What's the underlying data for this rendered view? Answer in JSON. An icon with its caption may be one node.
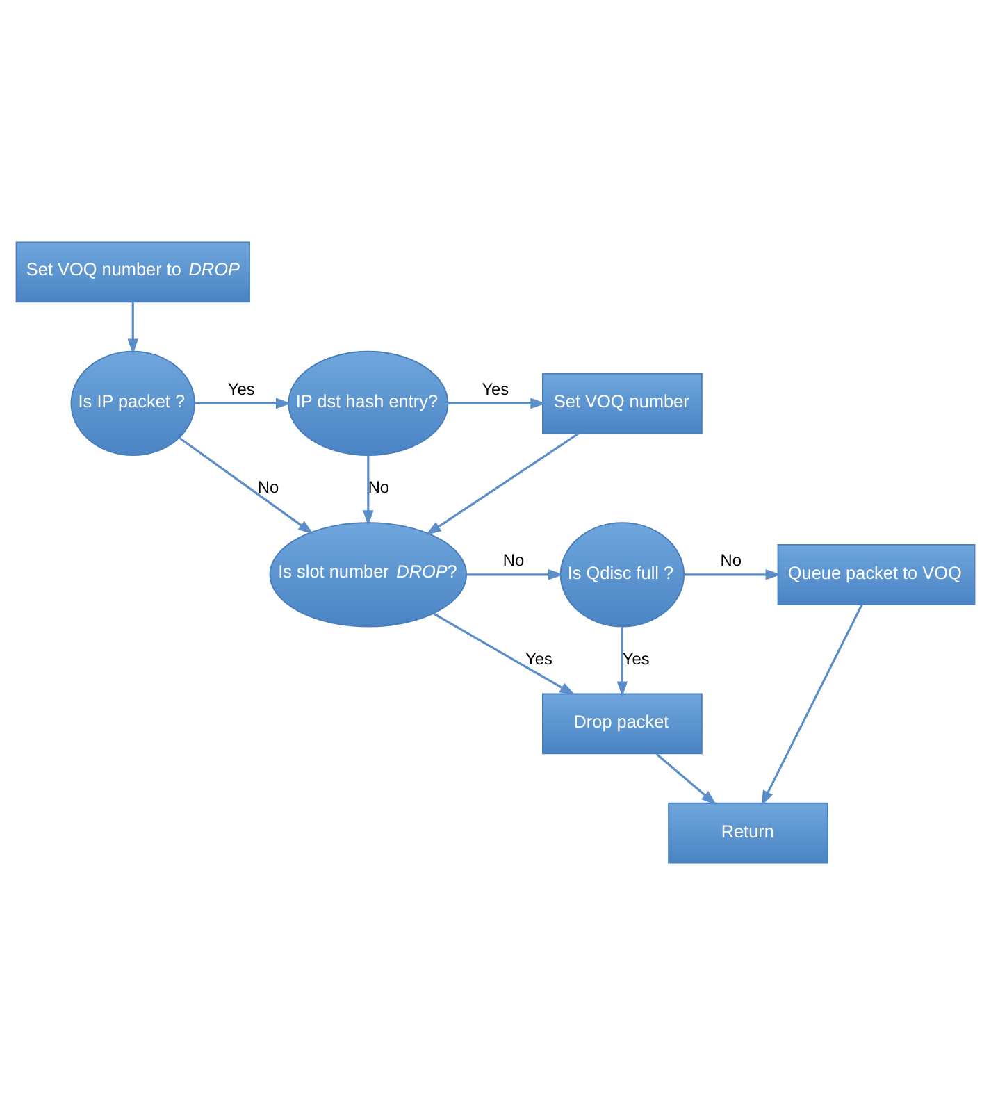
{
  "diagram": {
    "nodes": [
      {
        "text": [
          "Set VOQ number to *DROP*"
        ]
      },
      {
        "text": [
          "Is IP packet ?"
        ]
      },
      {
        "text": [
          "IP dst hash entry?"
        ]
      },
      {
        "text": [
          "Set VOQ number"
        ]
      },
      {
        "text": [
          "Is slot number *DROP*?"
        ]
      },
      {
        "text": [
          "Is Qdisc full ?"
        ]
      },
      {
        "text": [
          "Queue packet to VOQ"
        ]
      },
      {
        "text": [
          "Drop packet"
        ]
      },
      {
        "text": [
          "Return"
        ]
      }
    ],
    "edges": [
      {
        "from": 0,
        "to": 1,
        "arrow": "to"
      },
      {
        "from": 1,
        "to": 2,
        "arrow": "to",
        "label": "Yes"
      },
      {
        "from": 2,
        "to": 3,
        "arrow": "to",
        "label": "Yes"
      },
      {
        "from": 1,
        "to": 4,
        "arrow": "to",
        "label": "No"
      },
      {
        "from": 2,
        "to": 4,
        "arrow": "to",
        "label": "No"
      },
      {
        "from": 3,
        "to": 4,
        "arrow": "to"
      },
      {
        "from": 4,
        "to": 5,
        "arrow": "to",
        "label": "No"
      },
      {
        "from": 5,
        "to": 6,
        "arrow": "to",
        "label": "No"
      },
      {
        "from": 4,
        "to": 7,
        "arrow": "to",
        "label": "Yes"
      },
      {
        "from": 5,
        "to": 7,
        "arrow": "to",
        "label": "Yes"
      },
      {
        "from": 7,
        "to": 8,
        "arrow": "to"
      },
      {
        "from": 6,
        "to": 8,
        "arrow": "to"
      }
    ]
  }
}
